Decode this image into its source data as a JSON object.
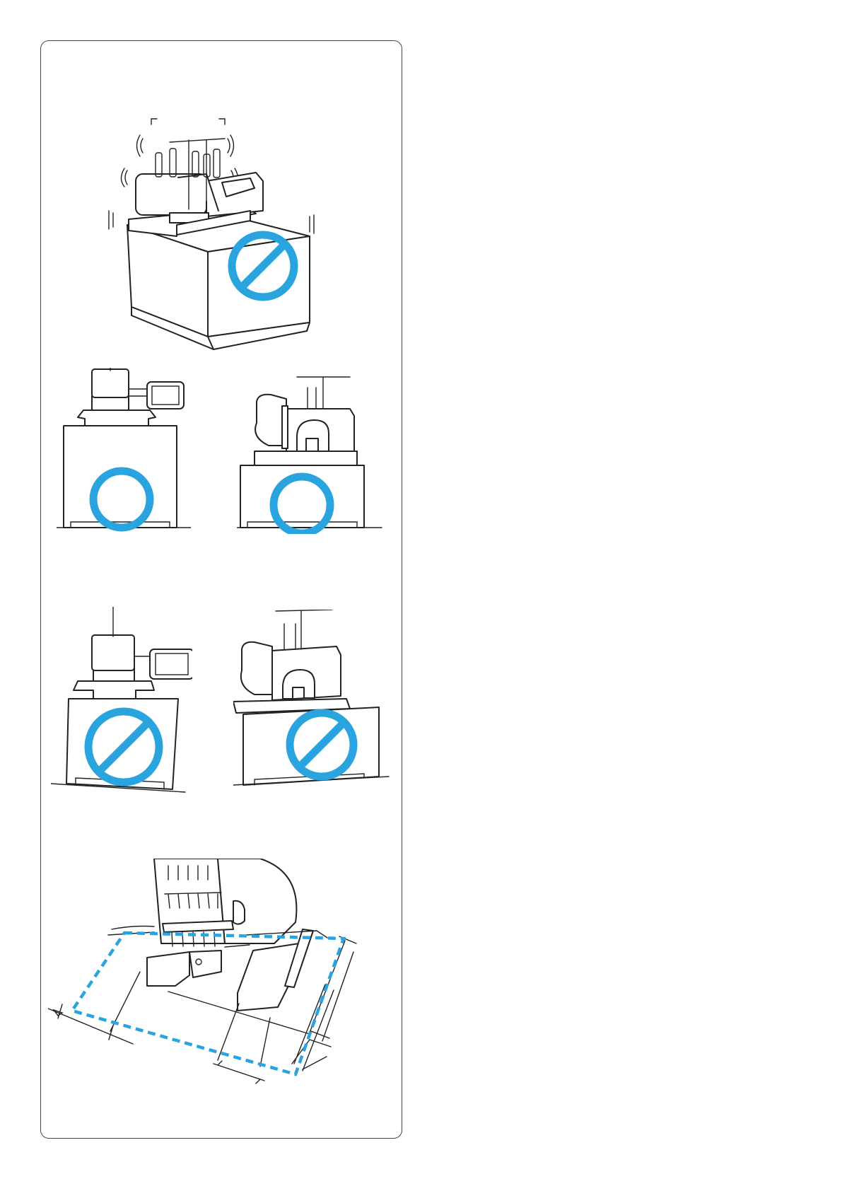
{
  "colors": {
    "accent": "#2aa4df",
    "line": "#222222"
  },
  "figures": [
    {
      "id": "unstable-table",
      "symbol": "prohibited-icon"
    },
    {
      "id": "level-table-front",
      "symbol": "ok-circle-icon"
    },
    {
      "id": "level-table-side",
      "symbol": "ok-circle-icon"
    },
    {
      "id": "tilted-table-front",
      "symbol": "prohibited-icon"
    },
    {
      "id": "tilted-table-side",
      "symbol": "prohibited-icon"
    },
    {
      "id": "clearance-space",
      "symbol": "dashed-clearance-area"
    }
  ]
}
